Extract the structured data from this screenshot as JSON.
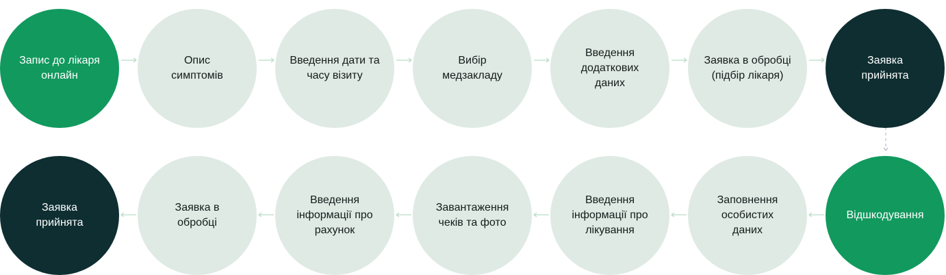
{
  "colors": {
    "light": "#dfeae5",
    "green": "#11995e",
    "dark": "#0e2e31",
    "arrow": "#b9dcc6",
    "dashed": "#b9b9d6"
  },
  "row1": [
    {
      "label": "Запис до лікаря онлайн"
    },
    {
      "label": "Опис симптомів"
    },
    {
      "label": "Введення дати та часу візиту"
    },
    {
      "label": "Вибір медзакладу"
    },
    {
      "label": "Введення додаткових даних"
    },
    {
      "label": "Заявка в обробці (підбір лікаря)"
    },
    {
      "label": "Заявка прийнята"
    }
  ],
  "row2": [
    {
      "label": "Заявка прийнята"
    },
    {
      "label": "Заявка в обробці"
    },
    {
      "label": "Введення інформації про рахунок"
    },
    {
      "label": "Завантаження чеків та фото"
    },
    {
      "label": "Введення інформації про лікування"
    },
    {
      "label": "Заповнення особистих даних"
    },
    {
      "label": "Відшкодування"
    }
  ]
}
